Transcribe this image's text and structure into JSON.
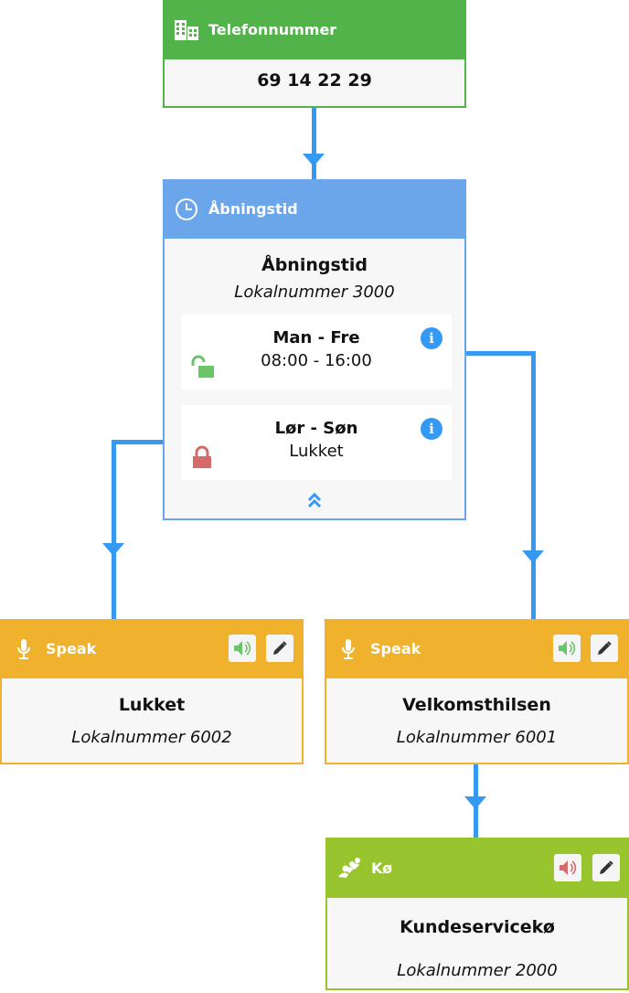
{
  "colors": {
    "connector": "#3399f3",
    "phone_green": "#52b34b",
    "opening_blue": "#6ba5ea",
    "speak_orange": "#f0b22d",
    "queue_lime": "#98c42e",
    "unlocked_green": "#6cc46a",
    "locked_red": "#d46a6a"
  },
  "phone_node": {
    "header_label": "Telefonnummer",
    "icon": "building-icon",
    "number": "69 14 22 29"
  },
  "opening_node": {
    "header_label": "Åbningstid",
    "icon": "clock-icon",
    "title": "Åbningstid",
    "subtitle": "Lokalnummer 3000",
    "rules": [
      {
        "days": "Man - Fre",
        "hours": "08:00 - 16:00",
        "status_icon": "unlocked-icon",
        "info_icon": "info-icon"
      },
      {
        "days": "Lør - Søn",
        "hours": "Lukket",
        "status_icon": "locked-icon",
        "info_icon": "info-icon"
      }
    ],
    "collapse_icon": "chevron-double-up-icon"
  },
  "speak_closed_node": {
    "header_label": "Speak",
    "icon": "microphone-icon",
    "title": "Lukket",
    "subtitle": "Lokalnummer 6002",
    "audio_state": "green"
  },
  "speak_welcome_node": {
    "header_label": "Speak",
    "icon": "microphone-icon",
    "title": "Velkomsthilsen",
    "subtitle": "Lokalnummer 6001",
    "audio_state": "green"
  },
  "queue_node": {
    "header_label": "Kø",
    "icon": "users-queue-icon",
    "title": "Kundeservicekø",
    "subtitle": "Lokalnummer 2000",
    "audio_state": "red"
  }
}
